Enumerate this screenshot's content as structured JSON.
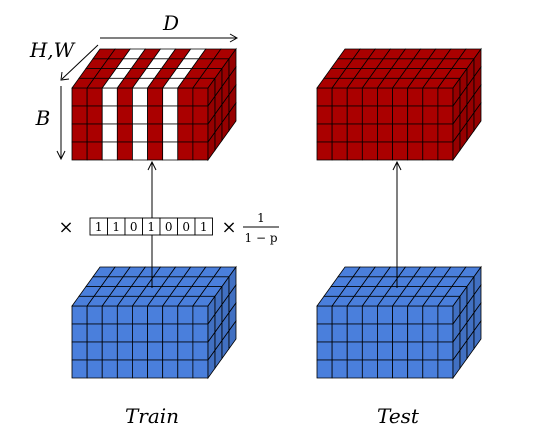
{
  "labels": {
    "depth": "D",
    "height_width": "H,W",
    "batch": "B",
    "times": "×",
    "scale_numerator": "1",
    "scale_denominator": "1 − p",
    "train": "Train",
    "test": "Test"
  },
  "mask": [
    "1",
    "1",
    "0",
    "1",
    "0",
    "0",
    "1"
  ],
  "colors": {
    "red": "#aa0000",
    "blue": "#4a7fdc",
    "white": "#ffffff",
    "outline": "#000000"
  }
}
